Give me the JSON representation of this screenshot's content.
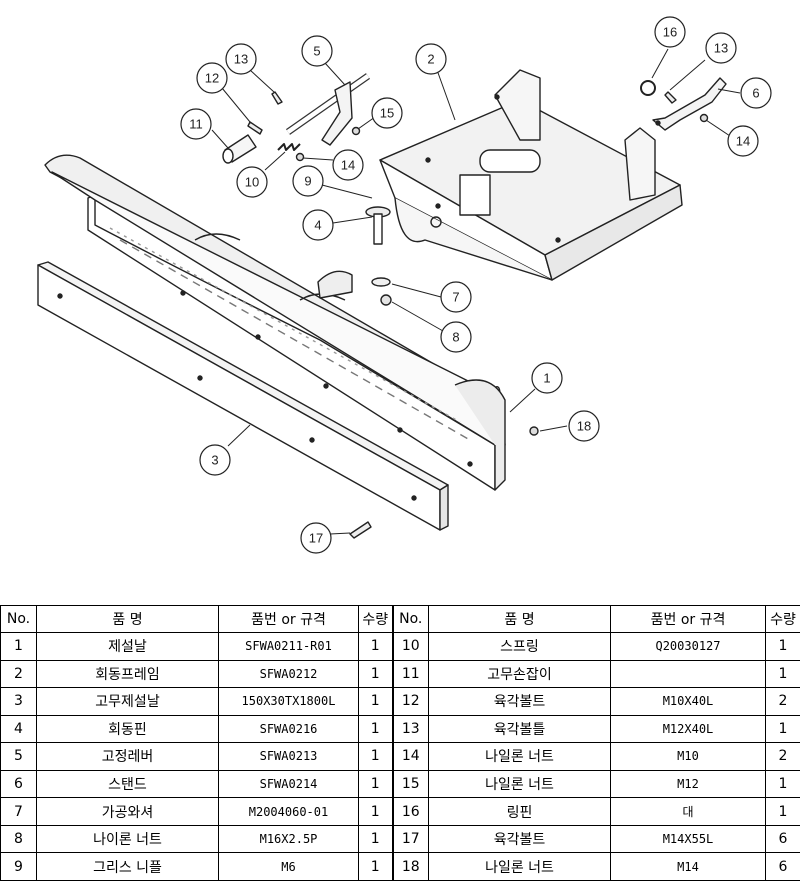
{
  "callouts": [
    "1",
    "2",
    "3",
    "4",
    "5",
    "6",
    "7",
    "8",
    "9",
    "10",
    "11",
    "12",
    "13",
    "13",
    "14",
    "14",
    "15",
    "16",
    "17",
    "18"
  ],
  "table": {
    "headers": {
      "no": "No.",
      "name": "품 명",
      "spec": "품번 or 규격",
      "qty": "수량"
    },
    "rows_left": [
      {
        "no": "1",
        "name": "제설날",
        "spec": "SFWA0211-R01",
        "qty": "1"
      },
      {
        "no": "2",
        "name": "회동프레임",
        "spec": "SFWA0212",
        "qty": "1"
      },
      {
        "no": "3",
        "name": "고무제설날",
        "spec": "150X30TX1800L",
        "qty": "1"
      },
      {
        "no": "4",
        "name": "회동핀",
        "spec": "SFWA0216",
        "qty": "1"
      },
      {
        "no": "5",
        "name": "고정레버",
        "spec": "SFWA0213",
        "qty": "1"
      },
      {
        "no": "6",
        "name": "스탠드",
        "spec": "SFWA0214",
        "qty": "1"
      },
      {
        "no": "7",
        "name": "가공와셔",
        "spec": "M2004060-01",
        "qty": "1"
      },
      {
        "no": "8",
        "name": "나이론 너트",
        "spec": "M16X2.5P",
        "qty": "1"
      },
      {
        "no": "9",
        "name": "그리스 니플",
        "spec": "M6",
        "qty": "1"
      }
    ],
    "rows_right": [
      {
        "no": "10",
        "name": "스프링",
        "spec": "Q20030127",
        "qty": "1"
      },
      {
        "no": "11",
        "name": "고무손잡이",
        "spec": "",
        "qty": "1"
      },
      {
        "no": "12",
        "name": "육각볼트",
        "spec": "M10X40L",
        "qty": "2"
      },
      {
        "no": "13",
        "name": "육각볼틀",
        "spec": "M12X40L",
        "qty": "1"
      },
      {
        "no": "14",
        "name": "나일론 너트",
        "spec": "M10",
        "qty": "2"
      },
      {
        "no": "15",
        "name": "나일론 너트",
        "spec": "M12",
        "qty": "1"
      },
      {
        "no": "16",
        "name": "링핀",
        "spec": "대",
        "qty": "1"
      },
      {
        "no": "17",
        "name": "육각볼트",
        "spec": "M14X55L",
        "qty": "6"
      },
      {
        "no": "18",
        "name": "나일론 너트",
        "spec": "M14",
        "qty": "6"
      }
    ]
  }
}
